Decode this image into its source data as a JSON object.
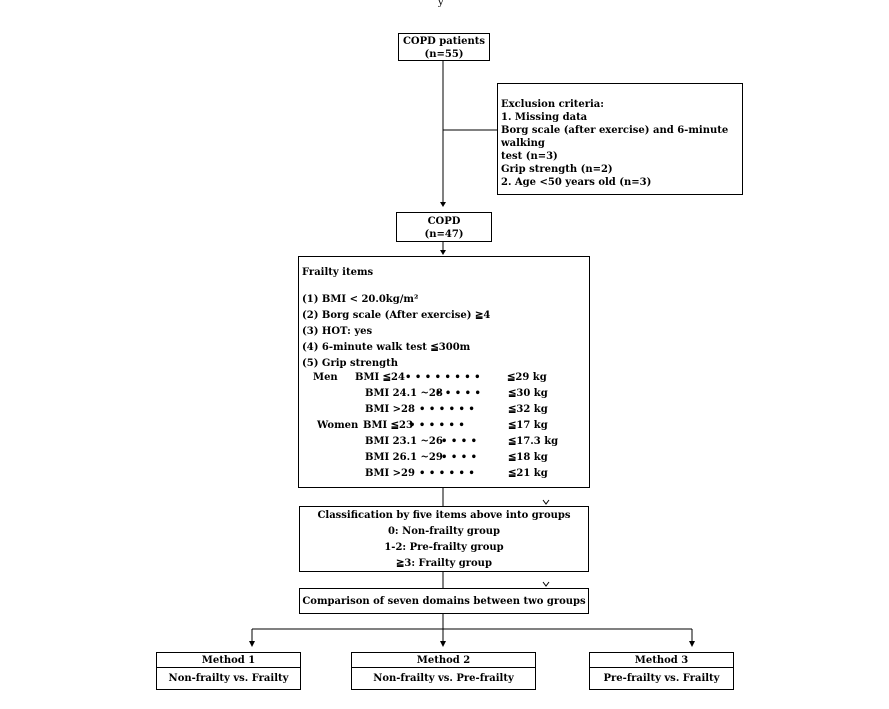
{
  "top_mark": "y",
  "copd_patients": {
    "title": "COPD patients",
    "n": "(n=55)"
  },
  "exclusion": {
    "heading": "Exclusion criteria:",
    "lines": [
      "1. Missing data",
      "Borg scale (after exercise) and 6-minute walking",
      "test (n=3)",
      "Grip strength (n=2)",
      "2. Age <50 years old (n=3)"
    ]
  },
  "copd": {
    "title": "COPD",
    "n": "(n=47)"
  },
  "frailty": {
    "heading": "Frailty items",
    "items": [
      "(1) BMI < 20.0kg/m²",
      "(2) Borg scale (After exercise) ≧4",
      "(3) HOT: yes",
      "(4) 6-minute walk test ≦300m",
      "(5) Grip strength"
    ],
    "grip": [
      {
        "sex": "Men",
        "bmi": "BMI ≦24",
        "dots": "• • • • • • • •",
        "value": "≦29 kg"
      },
      {
        "sex": "",
        "bmi": "BMI 24.1 ~28",
        "dots": "• • • • •",
        "value": "≦30 kg"
      },
      {
        "sex": "",
        "bmi": "BMI >28",
        "dots": "• • • • • •",
        "value": "≦32 kg"
      },
      {
        "sex": "Women",
        "bmi": "BMI ≦23",
        "dots": "• • • • • •",
        "value": "≦17 kg"
      },
      {
        "sex": "",
        "bmi": "BMI 23.1 ~26",
        "dots": "• • • •",
        "value": "≦17.3 kg"
      },
      {
        "sex": "",
        "bmi": "BMI 26.1 ~29",
        "dots": "• • • •",
        "value": "≦18 kg"
      },
      {
        "sex": "",
        "bmi": "BMI >29",
        "dots": "• • • • • •",
        "value": "≦21 kg"
      }
    ]
  },
  "classification": {
    "heading": "Classification by five items above into groups",
    "lines": [
      "0: Non-frailty group",
      "1-2: Pre-frailty group",
      "≧3: Frailty group"
    ]
  },
  "comparison": {
    "text": "Comparison of seven domains between two groups"
  },
  "methods": [
    {
      "title": "Method 1",
      "desc": "Non-frailty vs. Frailty"
    },
    {
      "title": "Method 2",
      "desc": "Non-frailty vs. Pre-frailty"
    },
    {
      "title": "Method 3",
      "desc": "Pre-frailty vs. Frailty"
    }
  ]
}
